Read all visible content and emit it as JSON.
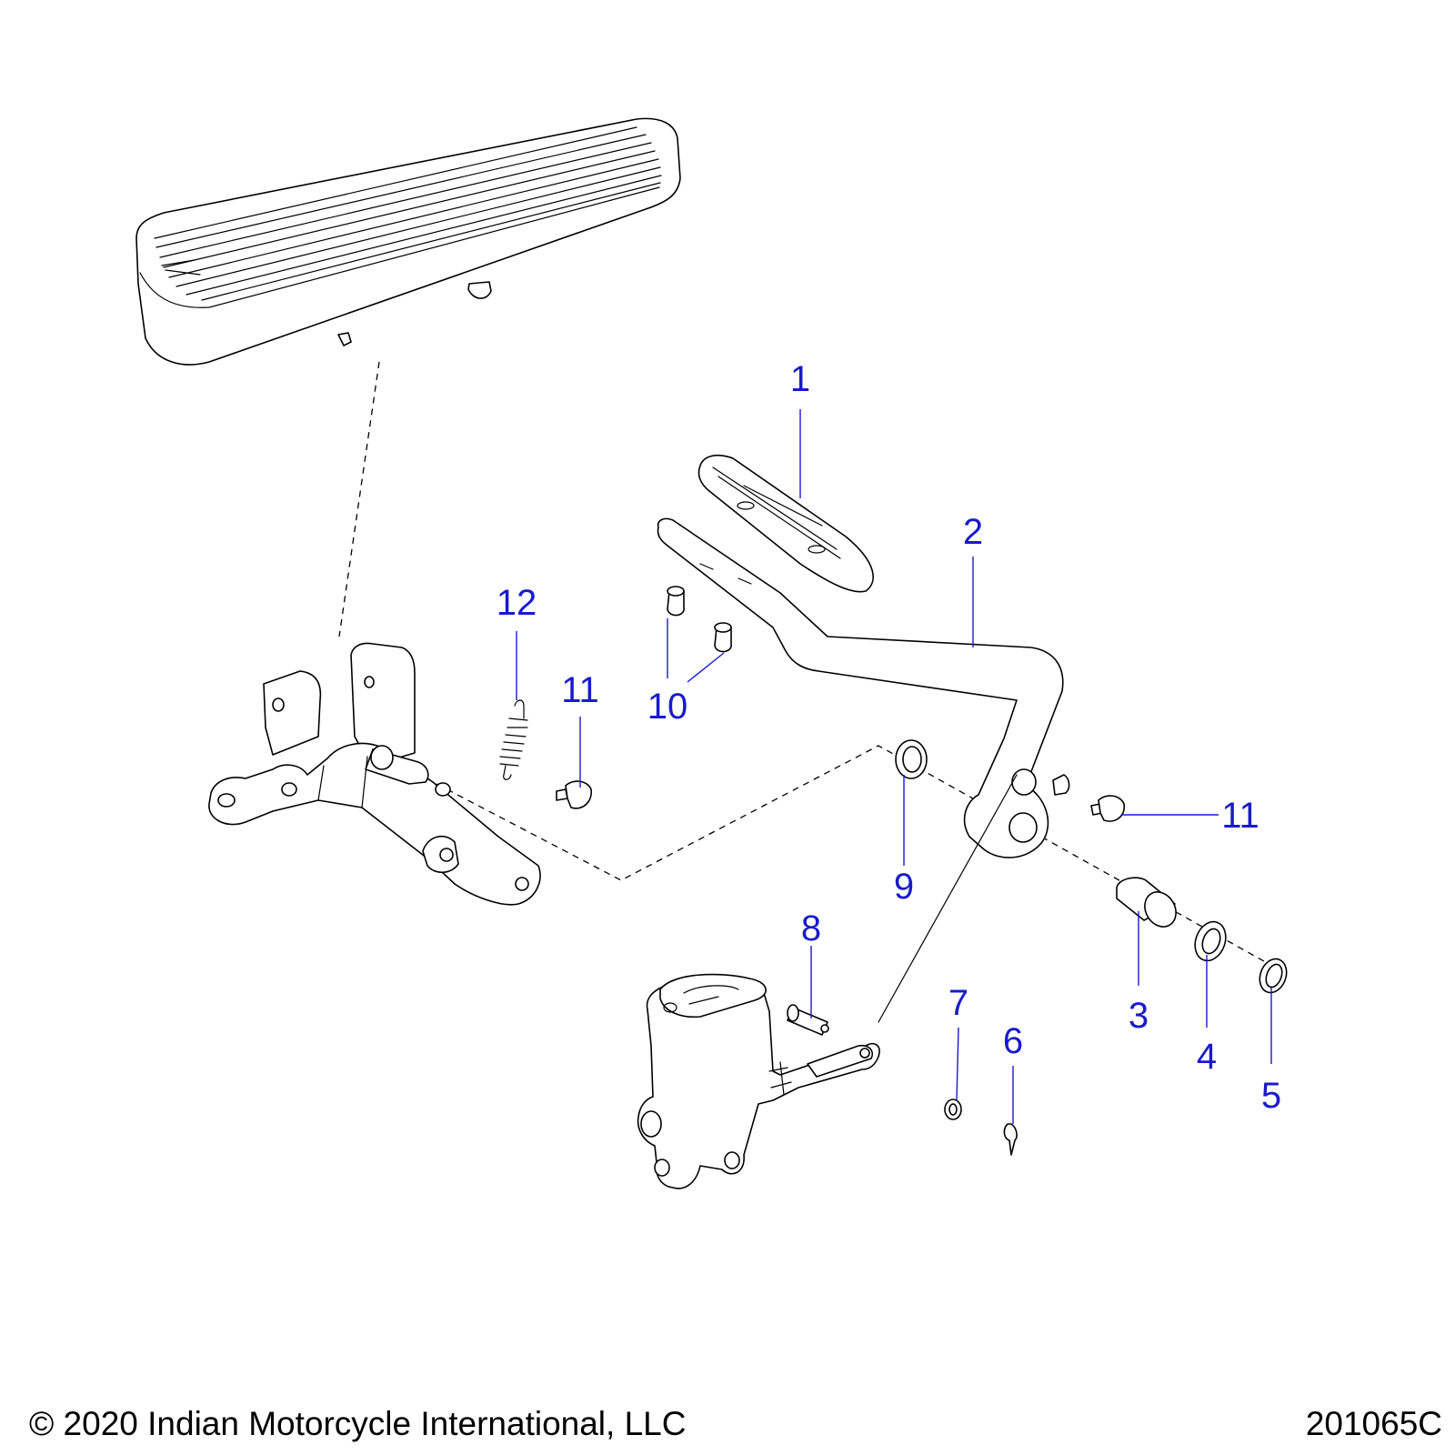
{
  "callouts": {
    "c1": "1",
    "c2": "2",
    "c3": "3",
    "c4": "4",
    "c5": "5",
    "c6": "6",
    "c7": "7",
    "c8": "8",
    "c9": "9",
    "c10": "10",
    "c11a": "11",
    "c11b": "11",
    "c12": "12"
  },
  "footer": {
    "copyright": "© 2020 Indian Motorcycle International, LLC",
    "diagram_id": "201065C"
  },
  "colors": {
    "callout": "#1a1acc",
    "line": "#000000",
    "background": "#ffffff"
  }
}
